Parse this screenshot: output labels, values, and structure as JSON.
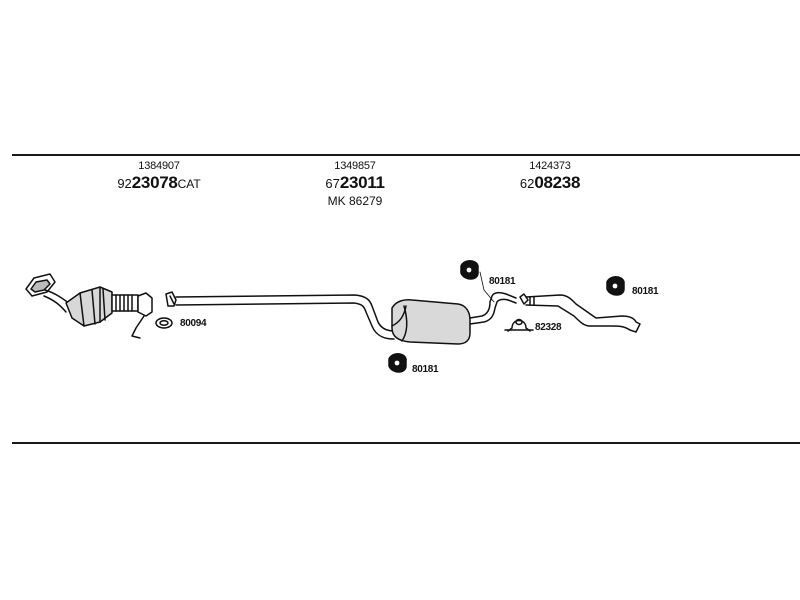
{
  "headers": [
    {
      "oe": "1384907",
      "prefix": "92",
      "main": "23078",
      "suffix": "CAT"
    },
    {
      "oe": "1349857",
      "prefix": "67",
      "main": "23011",
      "suffix": "",
      "extra": "MK 86279"
    },
    {
      "oe": "1424373",
      "prefix": "62",
      "main": "08238",
      "suffix": ""
    }
  ],
  "labels": {
    "gasket": "80094",
    "mount_center": "80181",
    "mount_upper": "80181",
    "clamp": "82328",
    "mount_rear": "80181"
  }
}
